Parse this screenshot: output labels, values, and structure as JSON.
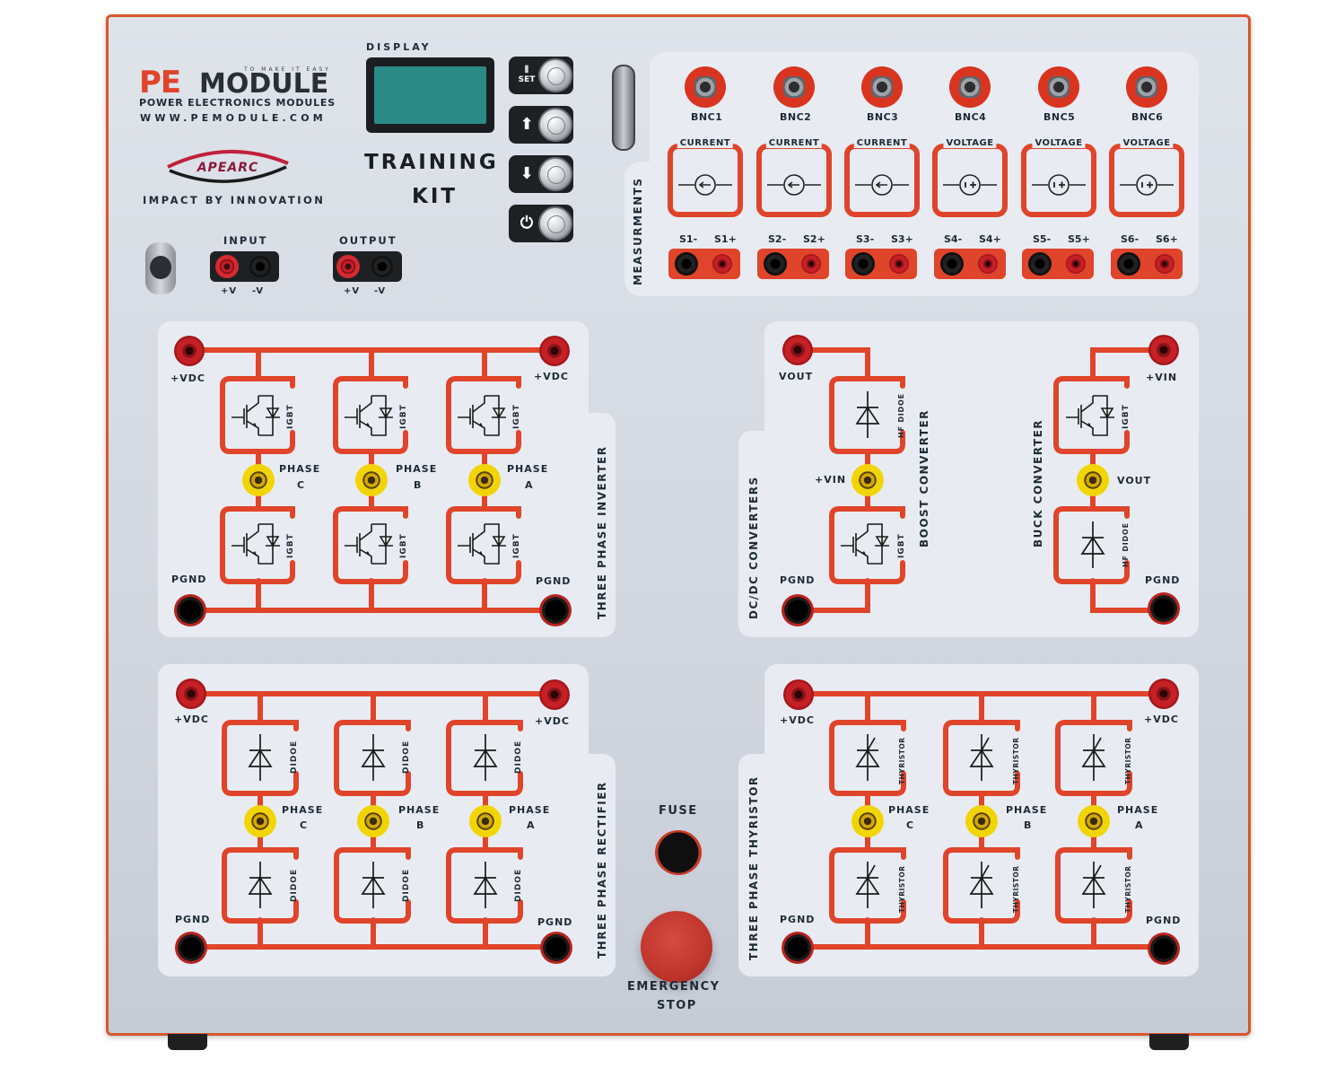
{
  "brand": {
    "pe": "PE",
    "module": "MODULE",
    "tagline": "TO MAKE IT EASY",
    "subtitle": "POWER ELECTRONICS MODULES",
    "website": "WWW.PEMODULE.COM",
    "partner_logo": "APEARC",
    "partner_slogan": "IMPACT BY INNOVATION"
  },
  "display": {
    "label": "DISPLAY"
  },
  "title": {
    "line1": "TRAINING",
    "line2": "KIT"
  },
  "controls": [
    {
      "name": "set-button",
      "icon": "sliders-icon",
      "label": "SET"
    },
    {
      "name": "up-button",
      "icon": "arrow-up-icon",
      "label": "⬆"
    },
    {
      "name": "down-button",
      "icon": "arrow-down-icon",
      "label": "⬇"
    },
    {
      "name": "power-button",
      "icon": "power-icon",
      "label": "⏻"
    }
  ],
  "input": {
    "label": "INPUT",
    "pos": "+V",
    "neg": "-V"
  },
  "output": {
    "label": "OUTPUT",
    "pos": "+V",
    "neg": "-V"
  },
  "measurements": {
    "title": "MEASURMENTS",
    "bnc": [
      "BNC1",
      "BNC2",
      "BNC3",
      "BNC4",
      "BNC5",
      "BNC6"
    ],
    "sensors": [
      {
        "type": "CURRENT",
        "neg": "S1-",
        "pos": "S1+"
      },
      {
        "type": "CURRENT",
        "neg": "S2-",
        "pos": "S2+"
      },
      {
        "type": "CURRENT",
        "neg": "S3-",
        "pos": "S3+"
      },
      {
        "type": "VOLTAGE",
        "neg": "S4-",
        "pos": "S4+"
      },
      {
        "type": "VOLTAGE",
        "neg": "S5-",
        "pos": "S5+"
      },
      {
        "type": "VOLTAGE",
        "neg": "S6-",
        "pos": "S6+"
      }
    ]
  },
  "inverter": {
    "title": "THREE PHASE INVERTER",
    "vdc_left": "+VDC",
    "vdc_right": "+VDC",
    "pgnd_left": "PGND",
    "pgnd_right": "PGND",
    "device": "IGBT",
    "phases": [
      {
        "label": "PHASE",
        "letter": "C"
      },
      {
        "label": "PHASE",
        "letter": "B"
      },
      {
        "label": "PHASE",
        "letter": "A"
      }
    ]
  },
  "dcdc": {
    "title": "DC/DC CONVERTERS",
    "boost": {
      "title": "BOOST CONVERTER",
      "top": "VOUT",
      "mid": "+VIN",
      "bottom": "PGND",
      "upper_device": "HF DIDOE",
      "lower_device": "IGBT"
    },
    "buck": {
      "title": "BUCK CONVERTER",
      "top": "+VIN",
      "mid": "VOUT",
      "bottom": "PGND",
      "upper_device": "IGBT",
      "lower_device": "HF DIDOE"
    }
  },
  "rectifier": {
    "title": "THREE PHASE RECTIFIER",
    "vdc_left": "+VDC",
    "vdc_right": "+VDC",
    "pgnd_left": "PGND",
    "pgnd_right": "PGND",
    "device": "DIDOE",
    "phases": [
      {
        "label": "PHASE",
        "letter": "C"
      },
      {
        "label": "PHASE",
        "letter": "B"
      },
      {
        "label": "PHASE",
        "letter": "A"
      }
    ]
  },
  "thyristor": {
    "title": "THREE PHASE THYRISTOR",
    "vdc_left": "+VDC",
    "vdc_right": "+VDC",
    "pgnd_left": "PGND",
    "pgnd_right": "PGND",
    "device": "THYRISTOR",
    "phases": [
      {
        "label": "PHASE",
        "letter": "C"
      },
      {
        "label": "PHASE",
        "letter": "B"
      },
      {
        "label": "PHASE",
        "letter": "A"
      }
    ]
  },
  "safety": {
    "fuse": "FUSE",
    "estop_line1": "EMERGENCY",
    "estop_line2": "STOP"
  },
  "colors": {
    "trace": "#e0442a",
    "panel": "#d9dee6",
    "tile": "#e8ecf2",
    "text": "#1e2a36",
    "lcd": "#2a8a86"
  }
}
